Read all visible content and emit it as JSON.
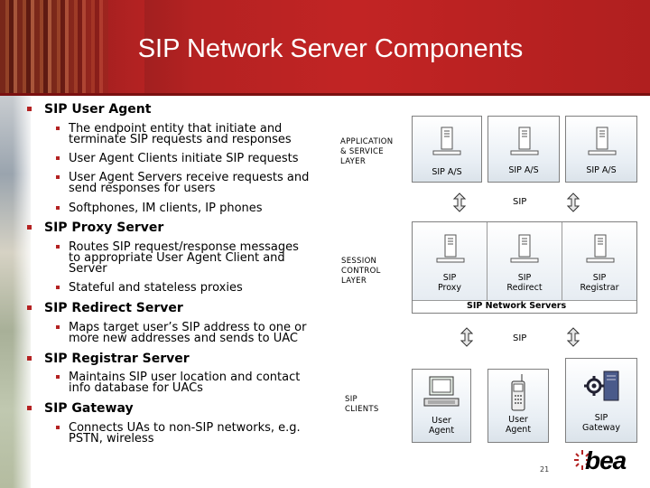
{
  "title": "SIP Network Server Components",
  "bullets": {
    "user_agent": {
      "label": "SIP User Agent",
      "subs": [
        [
          "The endpoint entity that initiate and",
          "terminate SIP requests and responses"
        ],
        [
          "User Agent Clients initiate SIP requests"
        ],
        [
          "User Agent Servers receive requests and",
          "send responses for users"
        ],
        [
          "Softphones, IM clients, IP phones"
        ]
      ]
    },
    "proxy": {
      "label": "SIP Proxy Server",
      "subs": [
        [
          "Routes SIP request/response messages",
          "to appropriate User Agent Client and",
          "Server"
        ],
        [
          "Stateful and stateless proxies"
        ]
      ]
    },
    "redirect": {
      "label": "SIP Redirect Server",
      "subs": [
        [
          "Maps target user’s SIP address to one or",
          "more new addresses and sends to UAC"
        ]
      ]
    },
    "registrar": {
      "label": "SIP Registrar Server",
      "subs": [
        [
          "Maintains SIP user location and contact",
          "info database for UACs"
        ]
      ]
    },
    "gateway": {
      "label": "SIP Gateway",
      "subs": [
        [
          "Connects UAs to non-SIP networks, e.g.",
          "PSTN, wireless"
        ]
      ]
    }
  },
  "layers": {
    "application": [
      "APPLICATION",
      "& SERVICE",
      "LAYER"
    ],
    "session": [
      "SESSION",
      "CONTROL",
      "LAYER"
    ],
    "clients": [
      "SIP",
      "CLIENTS"
    ]
  },
  "app_servers": [
    "SIP A/S",
    "SIP A/S",
    "SIP A/S"
  ],
  "sip_label_1": "SIP",
  "sip_label_2": "SIP",
  "network_servers": {
    "title": "SIP Network Servers",
    "items": [
      [
        "SIP",
        "Proxy"
      ],
      [
        "SIP",
        "Redirect"
      ],
      [
        "SIP",
        "Registrar"
      ]
    ]
  },
  "clients": [
    [
      "User",
      "Agent"
    ],
    [
      "User",
      "Agent"
    ],
    [
      "SIP",
      "Gateway"
    ]
  ],
  "page_number": "21",
  "logo_text": "bea",
  "colors": {
    "accent": "#b42222",
    "panel_border": "#7f7f7f"
  }
}
